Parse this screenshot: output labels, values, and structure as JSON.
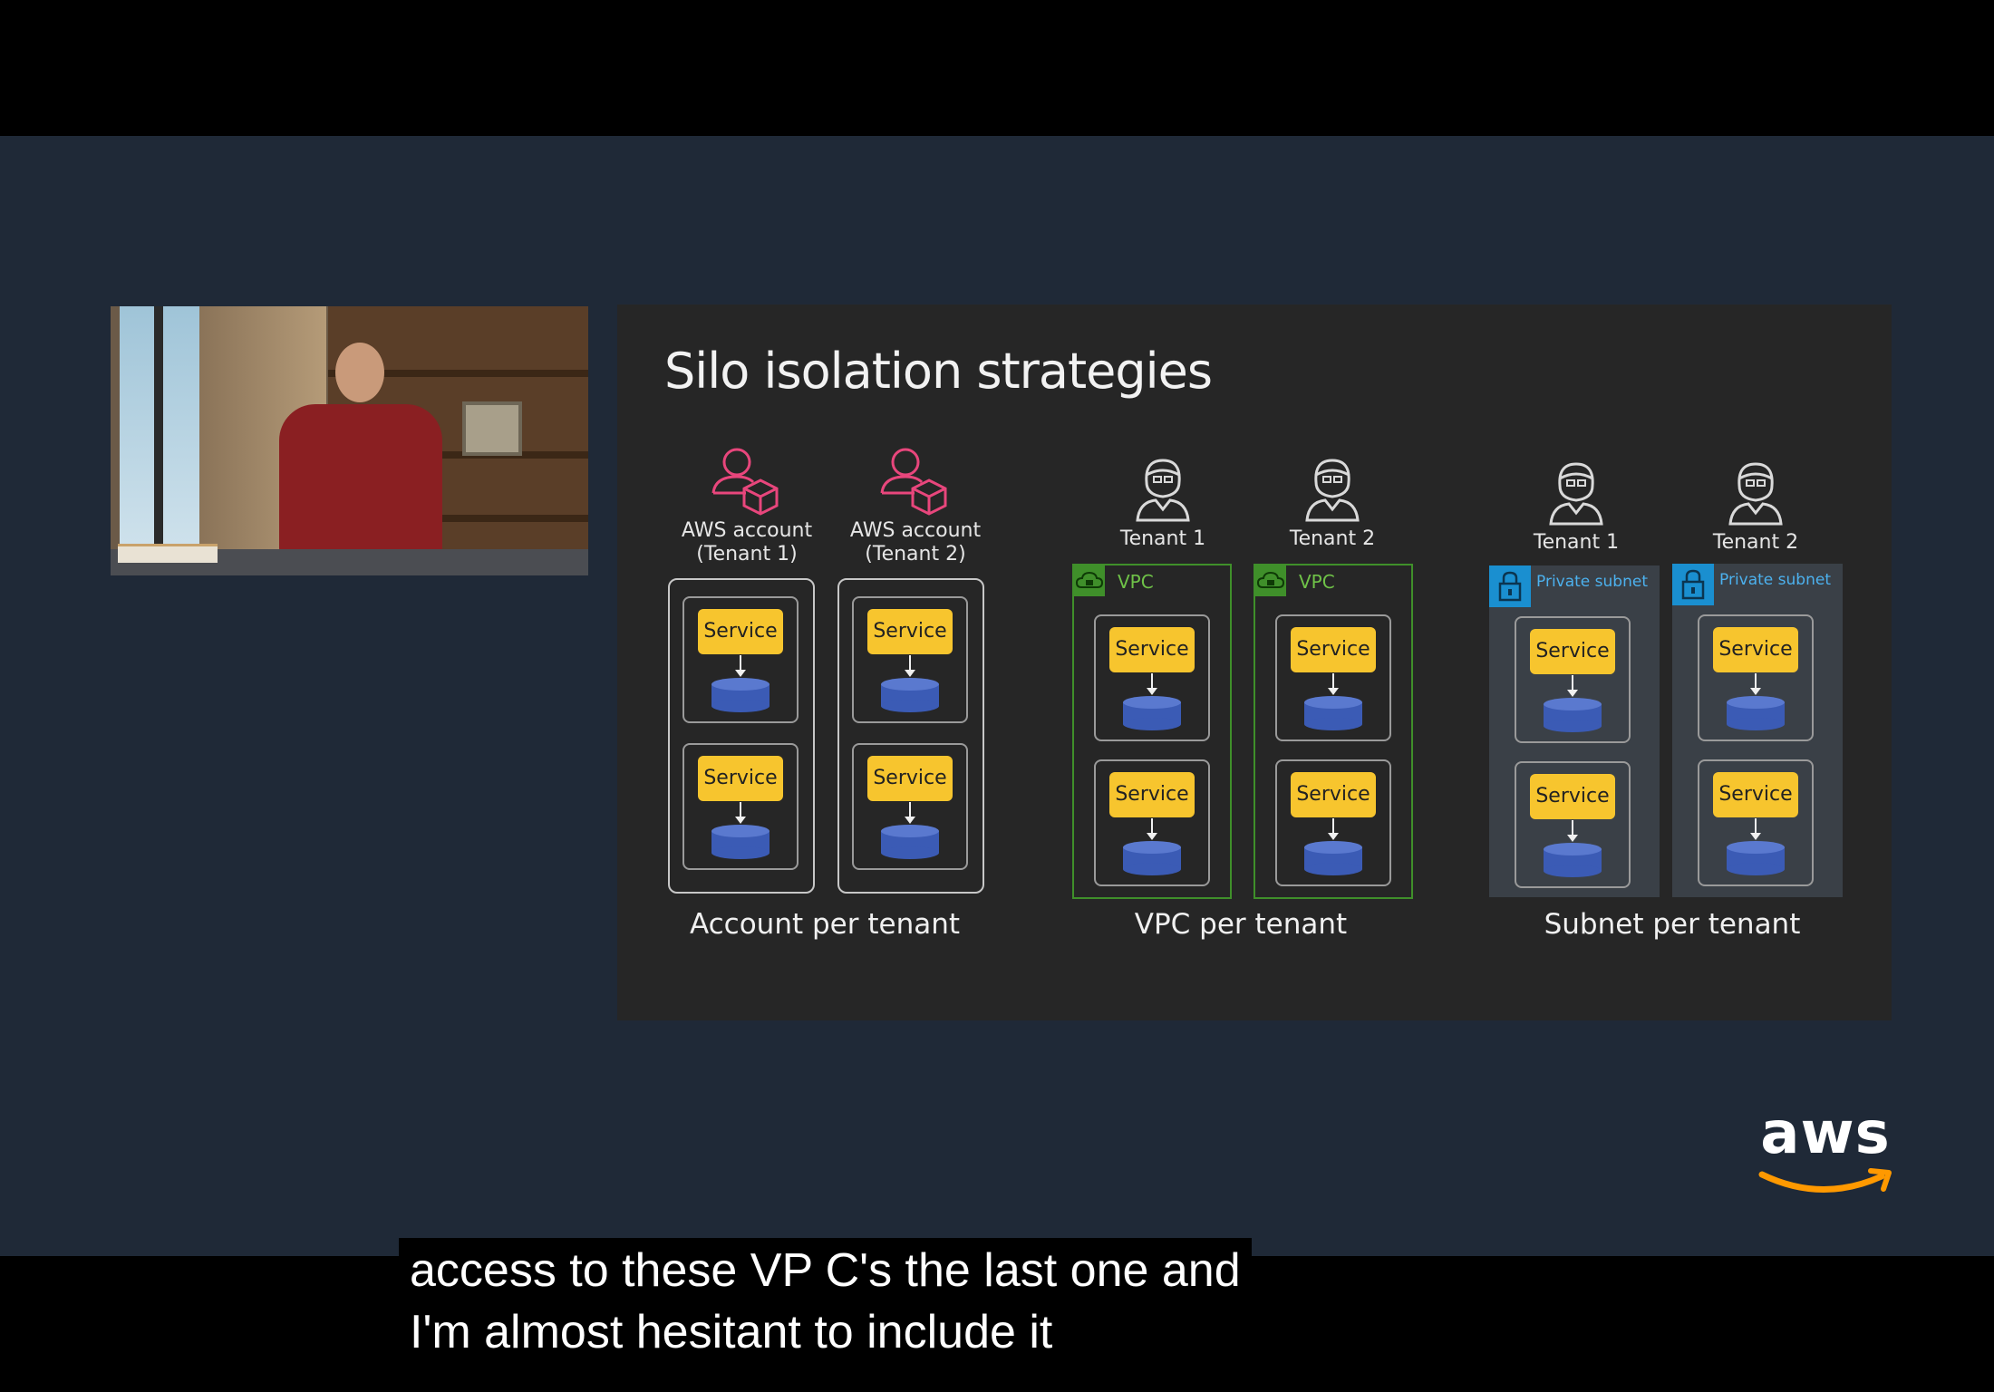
{
  "slide": {
    "title": "Silo isolation strategies",
    "account_section": {
      "caption": "Account per tenant",
      "accounts": [
        {
          "label_line1": "AWS account",
          "label_line2": "(Tenant 1)",
          "services": [
            "Service",
            "Service"
          ]
        },
        {
          "label_line1": "AWS account",
          "label_line2": "(Tenant 2)",
          "services": [
            "Service",
            "Service"
          ]
        }
      ]
    },
    "vpc_section": {
      "caption": "VPC per tenant",
      "tenants": [
        {
          "label": "Tenant 1",
          "container_label": "VPC",
          "services": [
            "Service",
            "Service"
          ]
        },
        {
          "label": "Tenant 2",
          "container_label": "VPC",
          "services": [
            "Service",
            "Service"
          ]
        }
      ]
    },
    "subnet_section": {
      "caption": "Subnet per tenant",
      "tenants": [
        {
          "label": "Tenant 1",
          "container_label": "Private subnet",
          "services": [
            "Service",
            "Service"
          ]
        },
        {
          "label": "Tenant 2",
          "container_label": "Private subnet",
          "services": [
            "Service",
            "Service"
          ]
        }
      ]
    }
  },
  "subtitle": {
    "line1": "access to these VP C's the last one and",
    "line2": "I'm almost hesitant to include it"
  },
  "logo": {
    "text": "aws",
    "color": "#ffffff",
    "smile_color": "#f90"
  },
  "colors": {
    "service": "#f7c52e",
    "database": "#3b5bb5",
    "vpc": "#3f8f2a",
    "subnet": "#1a8fd0",
    "account_icon": "#e8467c",
    "background": "#1f2937",
    "slide": "#262626"
  },
  "icons": [
    "account-icon",
    "tenant-icon",
    "vpc-cloud-icon",
    "lock-icon",
    "database-icon",
    "play-video-feed"
  ]
}
